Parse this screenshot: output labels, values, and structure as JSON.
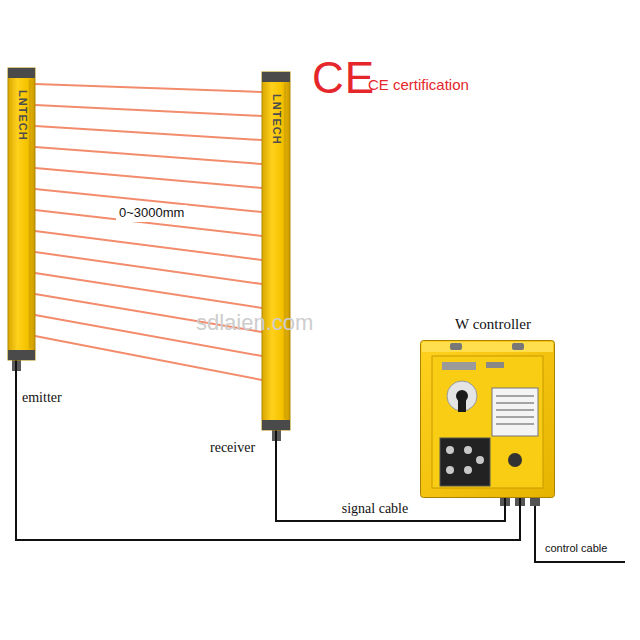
{
  "diagram": {
    "nodes": [
      {
        "text": [
          "LNTECH",
          "emitter"
        ]
      },
      {
        "text": [
          "LNTECH",
          "receiver"
        ]
      },
      {
        "text": [
          "W controller"
        ]
      }
    ],
    "edges": [
      {
        "from": 0,
        "to": 2,
        "arrow": "none"
      },
      {
        "from": 1,
        "to": 2,
        "label": "signal cable",
        "arrow": "none"
      }
    ],
    "labels": [
      "CE",
      "CE certification",
      "0~3000mm",
      "sdlaien.com",
      "control cable"
    ]
  }
}
